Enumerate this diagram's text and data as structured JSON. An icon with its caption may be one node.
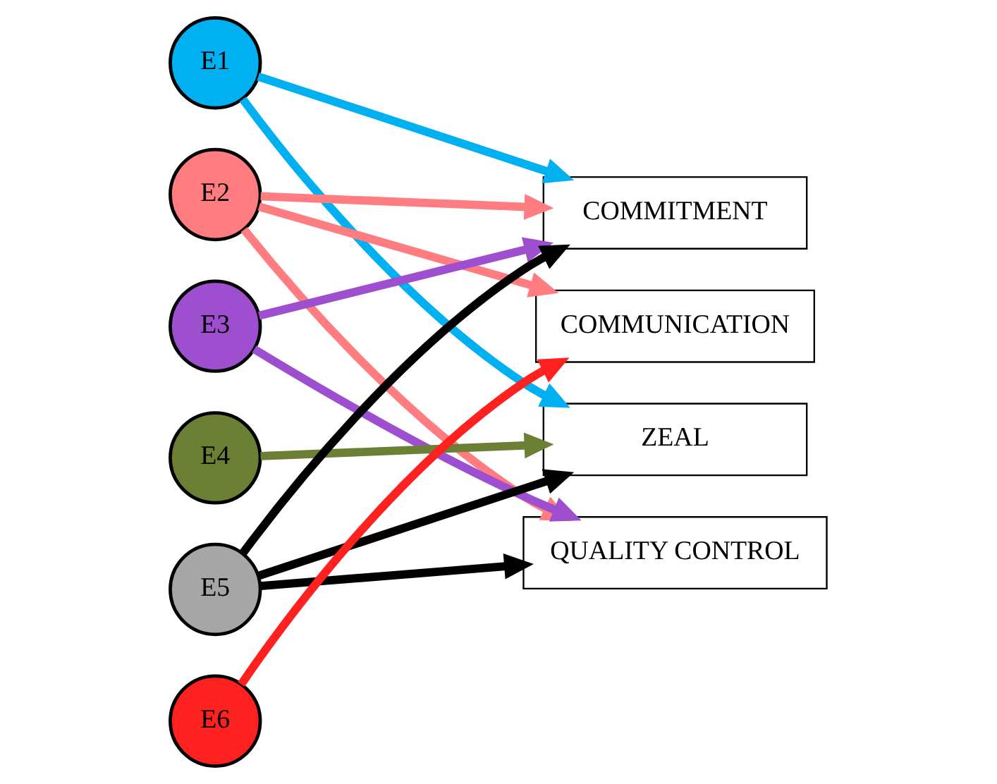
{
  "diagram": {
    "nodes": [
      {
        "text": [
          "E1"
        ]
      },
      {
        "text": [
          "E2"
        ]
      },
      {
        "text": [
          "E3"
        ]
      },
      {
        "text": [
          "E4"
        ]
      },
      {
        "text": [
          "E5"
        ]
      },
      {
        "text": [
          "E6"
        ]
      },
      {
        "text": [
          "COMMITMENT"
        ]
      },
      {
        "text": [
          "COMMUNICATION"
        ]
      },
      {
        "text": [
          "ZEAL"
        ]
      },
      {
        "text": [
          "QUALITY CONTROL"
        ]
      }
    ],
    "edges": [
      {
        "from": 0,
        "to": 6,
        "arrow": "to",
        "color": "#00b0f0"
      },
      {
        "from": 0,
        "to": 8,
        "arrow": "to",
        "color": "#00b0f0"
      },
      {
        "from": 1,
        "to": 6,
        "arrow": "to",
        "color": "#ff7c80"
      },
      {
        "from": 1,
        "to": 7,
        "arrow": "to",
        "color": "#ff7c80"
      },
      {
        "from": 1,
        "to": 9,
        "arrow": "to",
        "color": "#ff7c80"
      },
      {
        "from": 2,
        "to": 6,
        "arrow": "to",
        "color": "#9d4fcf"
      },
      {
        "from": 2,
        "to": 9,
        "arrow": "to",
        "color": "#9d4fcf"
      },
      {
        "from": 3,
        "to": 8,
        "arrow": "to",
        "color": "#6b7f35"
      },
      {
        "from": 4,
        "to": 6,
        "arrow": "to",
        "color": "#000000"
      },
      {
        "from": 4,
        "to": 8,
        "arrow": "to",
        "color": "#000000"
      },
      {
        "from": 4,
        "to": 9,
        "arrow": "to",
        "color": "#000000"
      },
      {
        "from": 5,
        "to": 7,
        "arrow": "to",
        "color": "#ff2020"
      }
    ]
  }
}
